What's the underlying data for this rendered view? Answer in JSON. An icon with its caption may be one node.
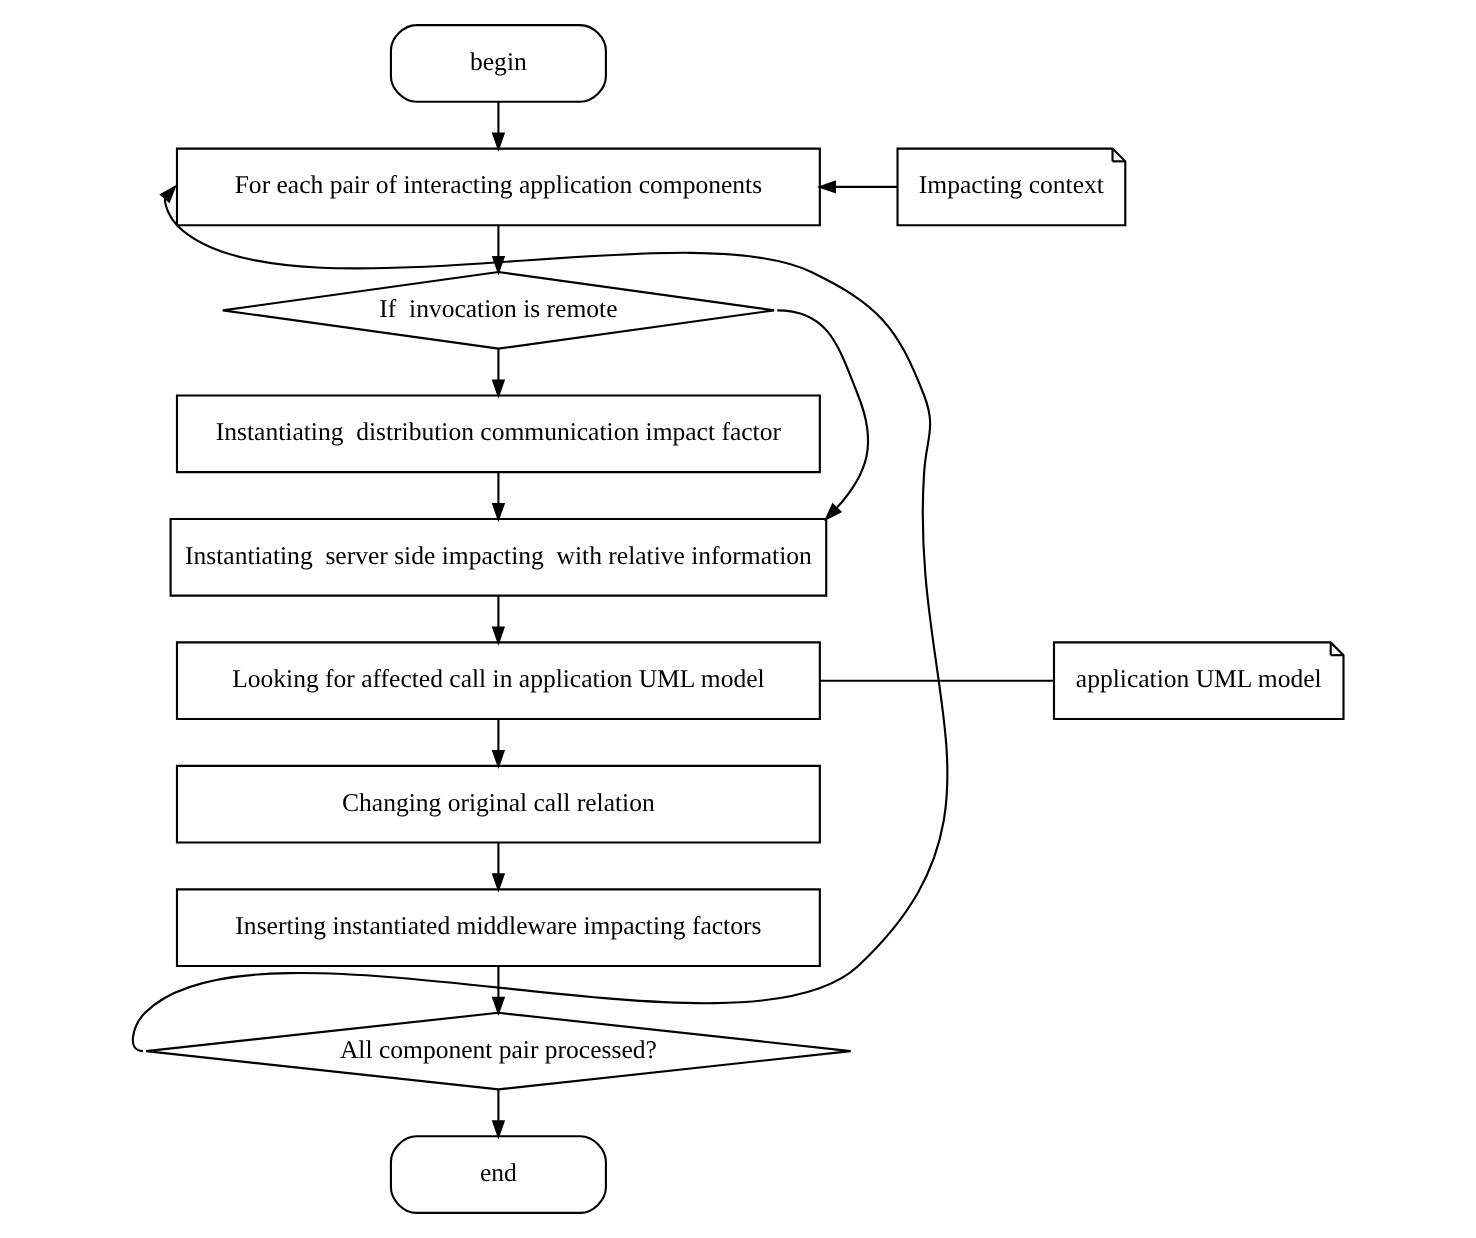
{
  "diagram": {
    "nodes": [
      {
        "text": [
          "begin"
        ]
      },
      {
        "text": [
          "Impacting context"
        ]
      },
      {
        "text": [
          "For each pair of interacting application components"
        ]
      },
      {
        "text": [
          "If  invocation is remote"
        ]
      },
      {
        "text": [
          "Instantiating  distribution communication impact factor"
        ]
      },
      {
        "text": [
          "Instantiating  server side impacting  with relative information"
        ]
      },
      {
        "text": [
          "Looking for affected call in application UML model"
        ]
      },
      {
        "text": [
          "application UML model"
        ]
      },
      {
        "text": [
          "Changing original call relation"
        ]
      },
      {
        "text": [
          "Inserting instantiated middleware impacting factors"
        ]
      },
      {
        "text": [
          "All component pair processed?"
        ]
      },
      {
        "text": [
          "end"
        ]
      }
    ],
    "edges": [
      {
        "from": 0,
        "to": 2,
        "arrow": "to"
      },
      {
        "from": 1,
        "to": 2,
        "arrow": "to"
      },
      {
        "from": 2,
        "to": 3,
        "arrow": "to"
      },
      {
        "from": 3,
        "to": 4,
        "arrow": "to"
      },
      {
        "from": 3,
        "to": 5,
        "arrow": "to"
      },
      {
        "from": 4,
        "to": 5,
        "arrow": "to"
      },
      {
        "from": 5,
        "to": 6,
        "arrow": "to"
      },
      {
        "from": 6,
        "to": 7,
        "arrow": "none"
      },
      {
        "from": 6,
        "to": 8,
        "arrow": "to"
      },
      {
        "from": 8,
        "to": 9,
        "arrow": "to"
      },
      {
        "from": 9,
        "to": 10,
        "arrow": "to"
      },
      {
        "from": 10,
        "to": 2,
        "arrow": "to"
      },
      {
        "from": 10,
        "to": 11,
        "arrow": "to"
      }
    ]
  }
}
